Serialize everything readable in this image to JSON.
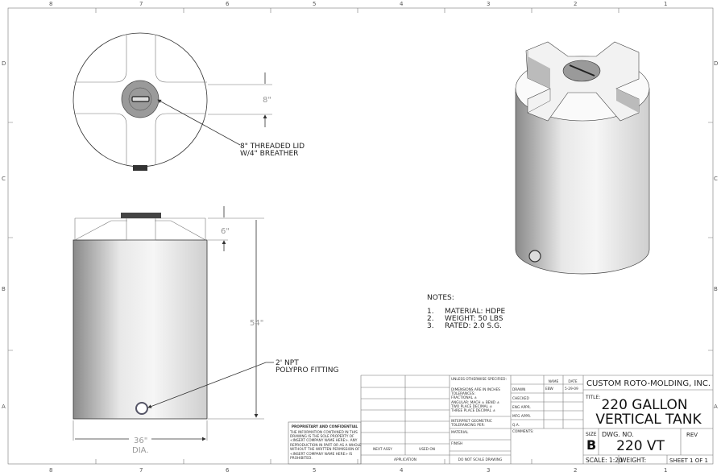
{
  "zones": {
    "columns": [
      "8",
      "7",
      "6",
      "5",
      "4",
      "3",
      "2",
      "1"
    ],
    "rows": [
      "D",
      "C",
      "B",
      "A"
    ]
  },
  "top_view": {
    "dim_lid_band": "8\"",
    "callout_line1": "8\" THREADED LID",
    "callout_line2": "W/4\" BREATHER"
  },
  "front_view": {
    "dim_height": "54\"",
    "dim_top": "6\"",
    "dim_dia_line1": "36\"",
    "dim_dia_line2": "DIA.",
    "callout_line1": "2' NPT",
    "callout_line2": "POLYPRO FITTING"
  },
  "notes": {
    "heading": "NOTES:",
    "items": [
      {
        "num": "1.",
        "text": "MATERIAL: HDPE"
      },
      {
        "num": "2.",
        "text": "WEIGHT: 50 LBS"
      },
      {
        "num": "3.",
        "text": "RATED: 2.0 S.G."
      }
    ]
  },
  "proprietary": {
    "heading": "PROPRIETARY AND CONFIDENTIAL",
    "lines": [
      "THE INFORMATION CONTAINED IN THIS",
      "DRAWING IS THE SOLE PROPERTY OF",
      "<INSERT COMPANY NAME HERE>.  ANY",
      "REPRODUCTION IN PART OR AS A WHOLE",
      "WITHOUT THE WRITTEN PERMISSION OF",
      "<INSERT COMPANY NAME HERE> IS",
      "PROHIBITED."
    ]
  },
  "title_block": {
    "next_assy": "NEXT ASSY",
    "used_on": "USED ON",
    "application": "APPLICATION",
    "unless": "UNLESS OTHERWISE SPECIFIED:",
    "tol_lines": [
      "DIMENSIONS ARE IN INCHES",
      "TOLERANCES:",
      "FRACTIONAL ±",
      "ANGULAR: MACH ±   BEND ±",
      "TWO PLACE DECIMAL   ±",
      "THREE PLACE DECIMAL  ±"
    ],
    "interpret_1": "INTERPRET GEOMETRIC",
    "interpret_2": "TOLERANCING PER:",
    "material": "MATERIAL",
    "finish": "FINISH",
    "do_not_scale": "DO NOT SCALE DRAWING",
    "name_header": "NAME",
    "date_header": "DATE",
    "rows": [
      {
        "label": "DRAWN",
        "name": "EBW",
        "date": "5-29-09"
      },
      {
        "label": "CHECKED",
        "name": "",
        "date": ""
      },
      {
        "label": "ENG APPR.",
        "name": "",
        "date": ""
      },
      {
        "label": "MFG APPR.",
        "name": "",
        "date": ""
      },
      {
        "label": "Q.A.",
        "name": "",
        "date": ""
      }
    ],
    "comments": "COMMENTS:",
    "company": "CUSTOM ROTO-MOLDING, INC.",
    "title_label": "TITLE:",
    "title_line1": "220 GALLON",
    "title_line2": "VERTICAL TANK",
    "size_label": "SIZE",
    "size": "B",
    "dwg_no_label": "DWG.  NO.",
    "dwg_no": "220 VT",
    "rev_label": "REV",
    "scale": "SCALE: 1:20",
    "weight": "WEIGHT:",
    "sheet": "SHEET 1 OF 1"
  }
}
